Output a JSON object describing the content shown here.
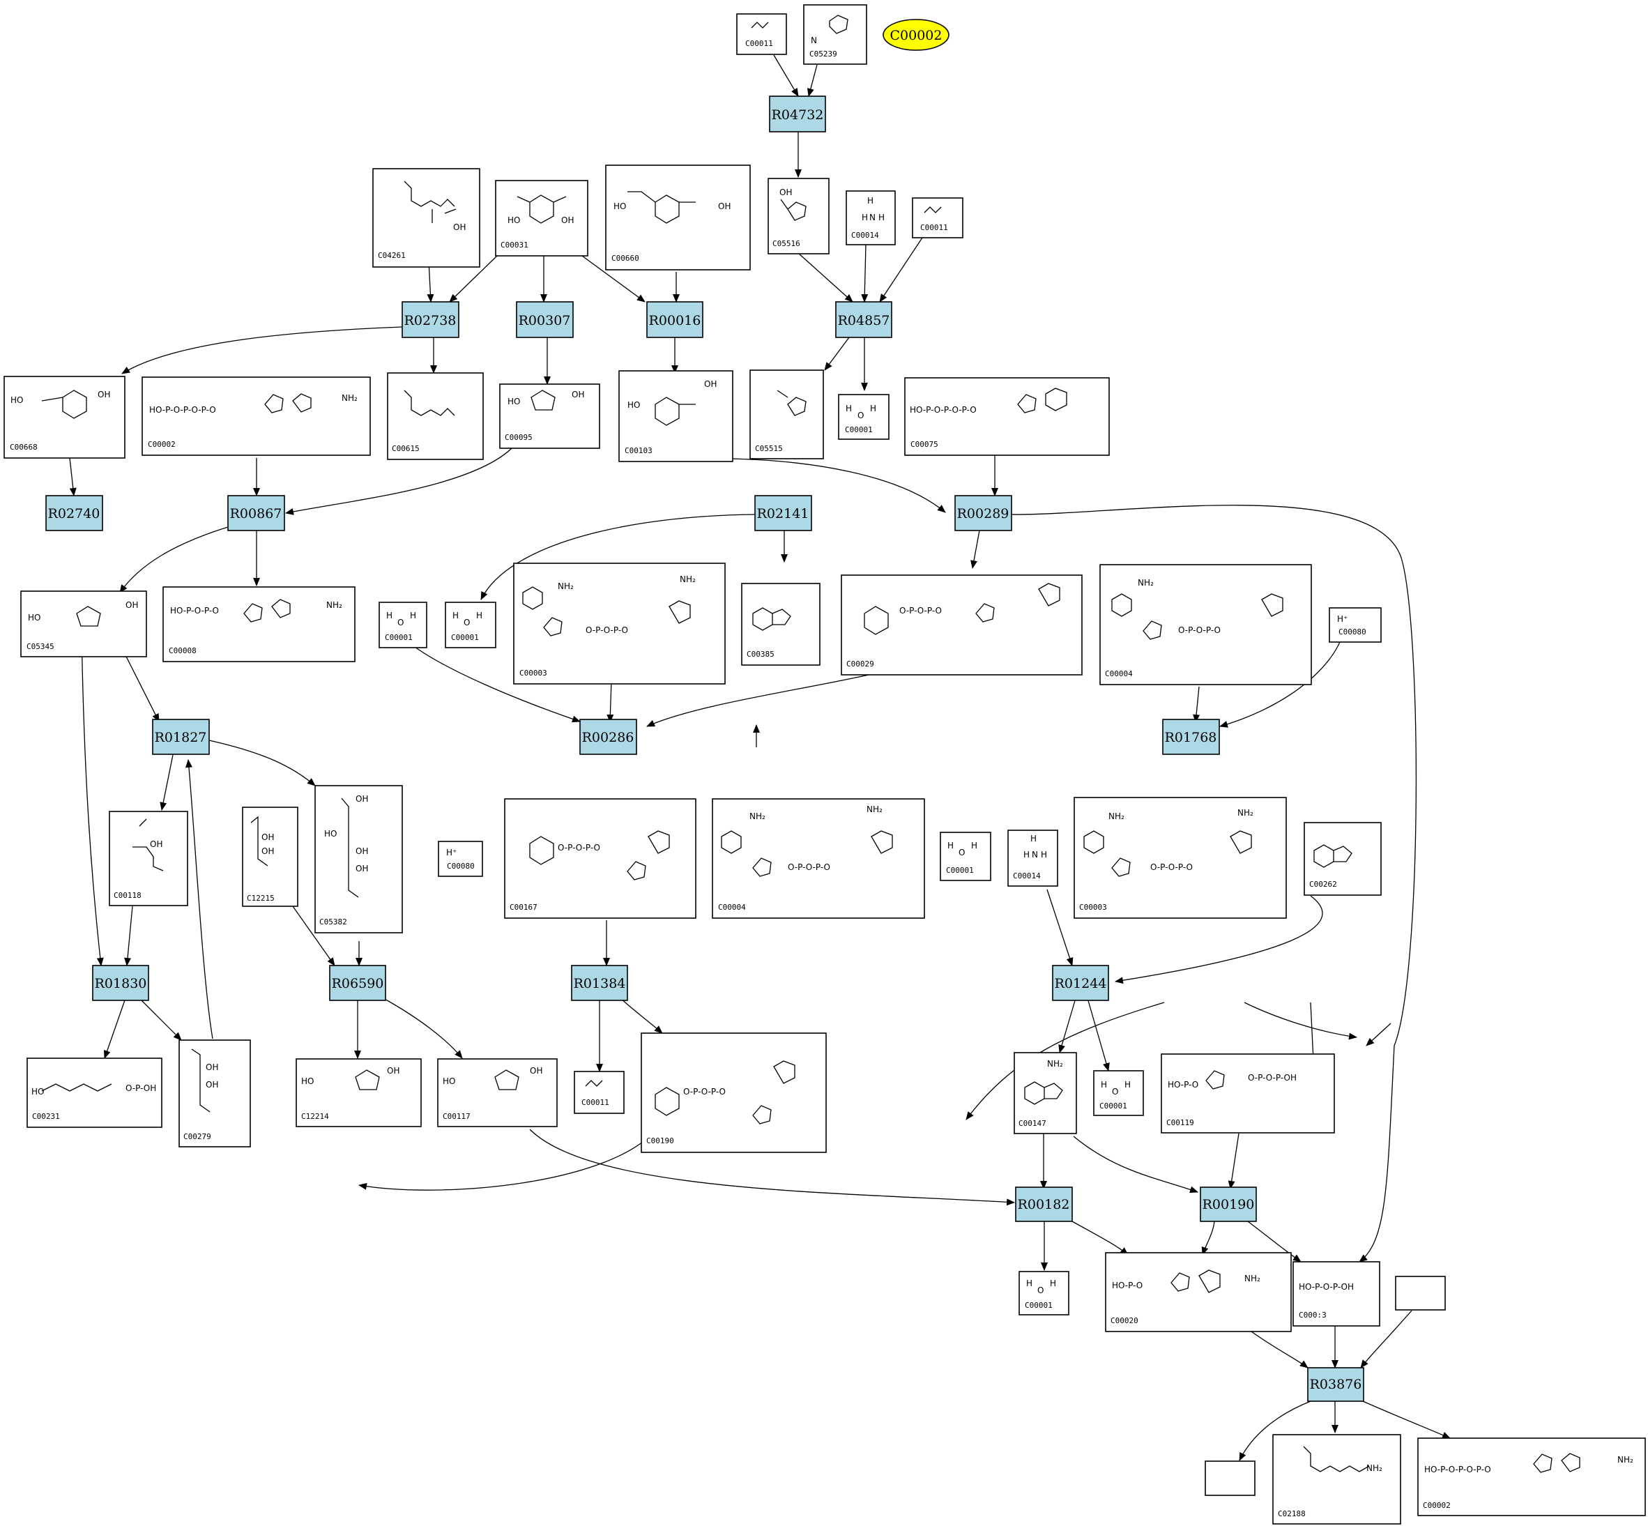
{
  "reactions": [
    {
      "id": "R04732"
    },
    {
      "id": "R02738"
    },
    {
      "id": "R00307"
    },
    {
      "id": "R00016"
    },
    {
      "id": "R04857"
    },
    {
      "id": "R02740"
    },
    {
      "id": "R00867"
    },
    {
      "id": "R02141"
    },
    {
      "id": "R00289"
    },
    {
      "id": "R01827"
    },
    {
      "id": "R00286"
    },
    {
      "id": "R01768"
    },
    {
      "id": "R01830"
    },
    {
      "id": "R06590"
    },
    {
      "id": "R01384"
    },
    {
      "id": "R01244"
    },
    {
      "id": "R00182"
    },
    {
      "id": "R00190"
    },
    {
      "id": "R03876"
    }
  ],
  "compounds": [
    {
      "id": "C00011"
    },
    {
      "id": "C05239"
    },
    {
      "id": "C04261"
    },
    {
      "id": "C00031"
    },
    {
      "id": "C00660"
    },
    {
      "id": "C05516"
    },
    {
      "id": "C00014"
    },
    {
      "id": "C00011"
    },
    {
      "id": "C00668"
    },
    {
      "id": "C00002"
    },
    {
      "id": "C00615"
    },
    {
      "id": "C00095"
    },
    {
      "id": "C00103"
    },
    {
      "id": "C05515"
    },
    {
      "id": "C00001"
    },
    {
      "id": "C00075"
    },
    {
      "id": "C05345"
    },
    {
      "id": "C00008"
    },
    {
      "id": "C00001"
    },
    {
      "id": "C00001"
    },
    {
      "id": "C00003"
    },
    {
      "id": "C00385"
    },
    {
      "id": "C00029"
    },
    {
      "id": "C00004"
    },
    {
      "id": "C00080"
    },
    {
      "id": "C00118"
    },
    {
      "id": "C12215"
    },
    {
      "id": "C05382"
    },
    {
      "id": "C00080"
    },
    {
      "id": "C00167"
    },
    {
      "id": "C00004"
    },
    {
      "id": "C00001"
    },
    {
      "id": "C00014"
    },
    {
      "id": "C00003"
    },
    {
      "id": "C00262"
    },
    {
      "id": "C00231"
    },
    {
      "id": "C00279"
    },
    {
      "id": "C12214"
    },
    {
      "id": "C00117"
    },
    {
      "id": "C00011"
    },
    {
      "id": "C00190"
    },
    {
      "id": "C00147"
    },
    {
      "id": "C00001"
    },
    {
      "id": "C00119"
    },
    {
      "id": "C00001"
    },
    {
      "id": "C00020"
    },
    {
      "id": "C000:3"
    },
    {
      "id": ""
    },
    {
      "id": ""
    },
    {
      "id": "C02188"
    },
    {
      "id": "C00002"
    }
  ],
  "highlight": {
    "id": "C00002",
    "color": "#ffff00"
  },
  "colors": {
    "reaction_fill": "#add8e6",
    "compound_fill": "#ffffff",
    "highlight": "#ffff00"
  },
  "atoms": {
    "water": [
      "H",
      "O",
      "H"
    ],
    "ammonia": [
      "H",
      "N",
      "H",
      "H"
    ],
    "proton": "H⁺",
    "amide": "NH₂",
    "hydroxyl": "OH",
    "phosphate_chain": "HO-P-O-P-O-P-O"
  }
}
